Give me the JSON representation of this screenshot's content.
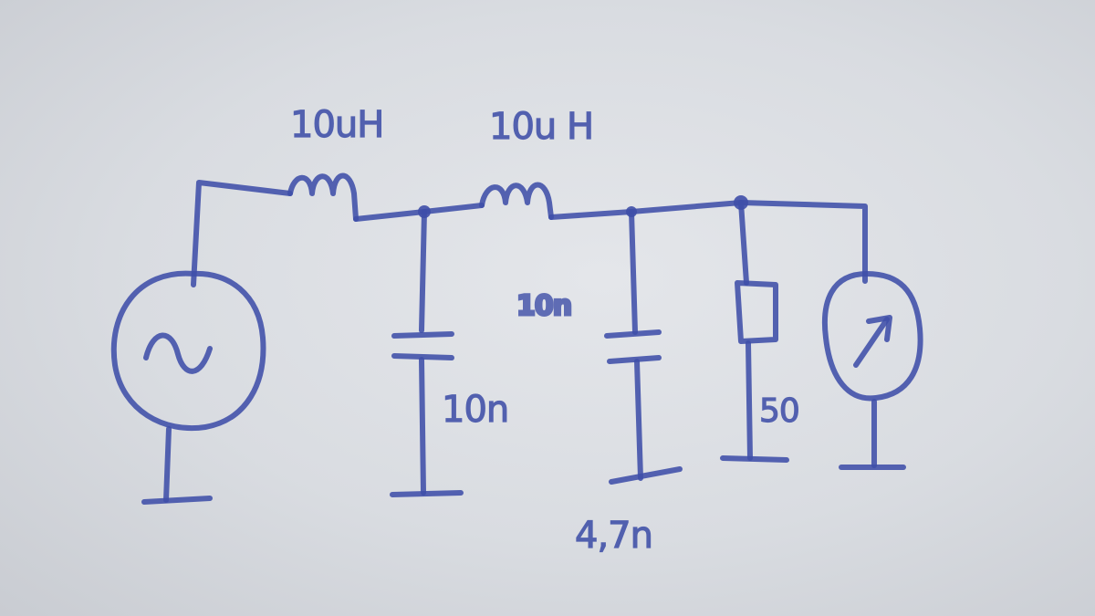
{
  "labels": {
    "inductor1": "10uH",
    "inductor2": "10u H",
    "capacitor1": "10n",
    "capacitor2": "4,7n",
    "resistor": "50",
    "crossed_out": "10n"
  },
  "icons": {
    "source": "ac-source-icon",
    "meter": "meter-icon"
  },
  "colors": {
    "ink": "#3f4fa8",
    "paper": "#dfe2e6"
  }
}
